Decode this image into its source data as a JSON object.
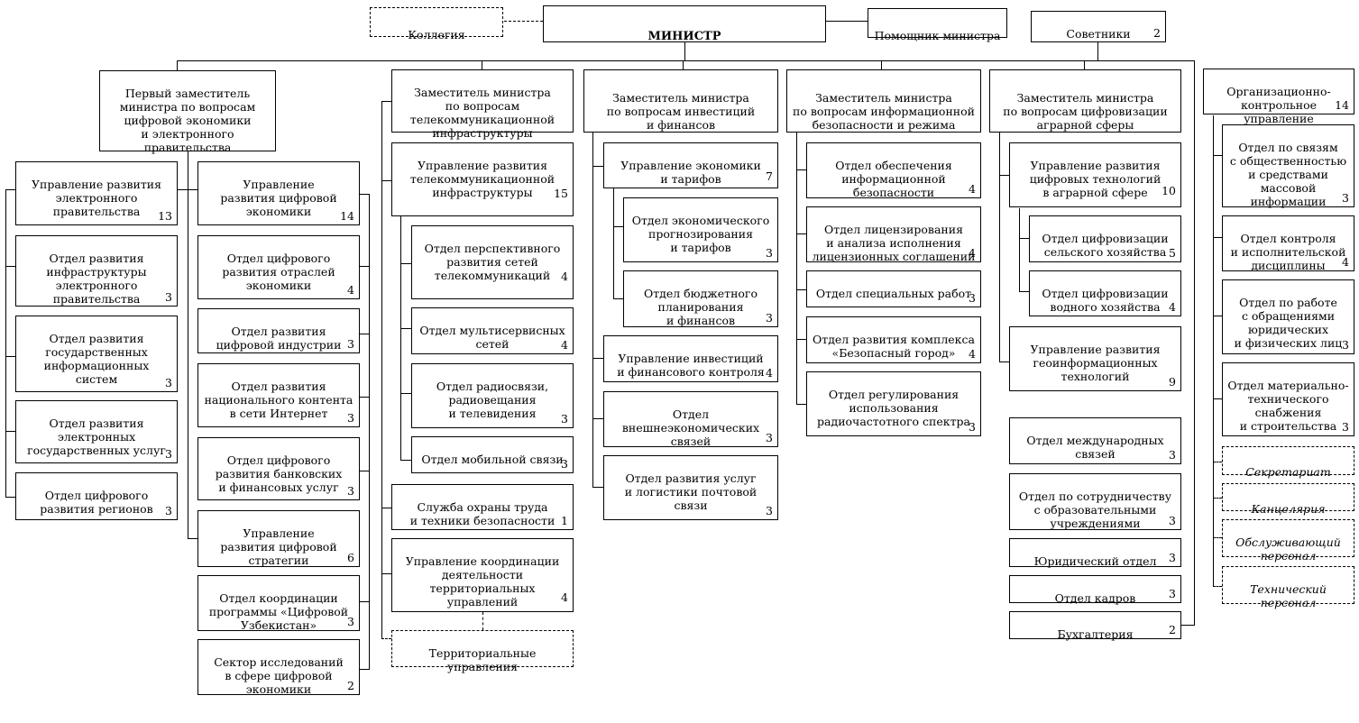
{
  "top": {
    "minister": "МИНИСТР",
    "collegium": "Коллегия",
    "assistant": "Помощник министра",
    "advisers": "Советники",
    "advisers_count": "2"
  },
  "col1": {
    "head": "Первый заместитель\nминистра по вопросам\nцифровой экономики\nи электронного\nправительства",
    "left": [
      {
        "text": "Управление развития\nэлектронного\nправительства",
        "n": "13"
      },
      {
        "text": "Отдел развития\nинфраструктуры\nэлектронного\nправительства",
        "n": "3"
      },
      {
        "text": "Отдел развития\nгосударственных\nинформационных\nсистем",
        "n": "3"
      },
      {
        "text": "Отдел развития\nэлектронных\nгосударственных услуг",
        "n": "3"
      },
      {
        "text": "Отдел цифрового\nразвития регионов",
        "n": "3"
      }
    ],
    "right": [
      {
        "text": "Управление\nразвития цифровой\nэкономики",
        "n": "14"
      },
      {
        "text": "Отдел цифрового\nразвития отраслей\nэкономики",
        "n": "4"
      },
      {
        "text": "Отдел развития\nцифровой индустрии",
        "n": "3"
      },
      {
        "text": "Отдел развития\nнационального контента\nв сети Интернет",
        "n": "3"
      },
      {
        "text": "Отдел цифрового\nразвития банковских\nи финансовых услуг",
        "n": "3"
      },
      {
        "text": "Управление\nразвития цифровой\nстратегии",
        "n": "6"
      },
      {
        "text": "Отдел координации\nпрограммы «Цифровой\nУзбекистан»",
        "n": "3"
      },
      {
        "text": "Сектор исследований\nв сфере цифровой\nэкономики",
        "n": "2"
      }
    ]
  },
  "col2": {
    "head": "Заместитель министра\nпо вопросам\nтелекоммуникационной\nинфраструктуры",
    "items": [
      {
        "text": "Управление развития\nтелекоммуникационной\nинфраструктуры",
        "n": "15"
      },
      {
        "text": "Отдел перспективного\nразвития сетей\nтелекоммуникаций",
        "n": "4"
      },
      {
        "text": "Отдел мультисервисных\nсетей",
        "n": "4"
      },
      {
        "text": "Отдел радиосвязи,\nрадиовещания\nи телевидения",
        "n": "3"
      },
      {
        "text": "Отдел мобильной связи",
        "n": "3"
      },
      {
        "text": "Служба охраны труда\nи техники безопасности",
        "n": "1"
      },
      {
        "text": "Управление координации\nдеятельности\nтерриториальных\nуправлений",
        "n": "4"
      },
      {
        "text": "Территориальные\nуправления",
        "n": ""
      }
    ]
  },
  "col3": {
    "head": "Заместитель министра\nпо вопросам инвестиций\nи финансов",
    "items": [
      {
        "text": "Управление экономики\nи тарифов",
        "n": "7"
      },
      {
        "text": "Отдел экономического\nпрогнозирования\nи тарифов",
        "n": "3"
      },
      {
        "text": "Отдел бюджетного\nпланирования\nи финансов",
        "n": "3"
      },
      {
        "text": "Управление инвестиций\nи финансового контроля",
        "n": "4"
      },
      {
        "text": "Отдел\nвнешнеэкономических\nсвязей",
        "n": "3"
      },
      {
        "text": "Отдел развития услуг\nи логистики почтовой\nсвязи",
        "n": "3"
      }
    ]
  },
  "col4": {
    "head": "Заместитель министра\nпо вопросам информационной\nбезопасности и режима",
    "items": [
      {
        "text": "Отдел обеспечения\nинформационной\nбезопасности",
        "n": "4"
      },
      {
        "text": "Отдел лицензирования\nи анализа исполнения\nлицензионных соглашений",
        "n": "4"
      },
      {
        "text": "Отдел специальных работ",
        "n": "3"
      },
      {
        "text": "Отдел развития комплекса\n«Безопасный город»",
        "n": "4"
      },
      {
        "text": "Отдел регулирования\nиспользования\nрадиочастотного спектра",
        "n": "3"
      }
    ]
  },
  "col5": {
    "head": "Заместитель министра\nпо вопросам цифровизации\nаграрной сферы",
    "items": [
      {
        "text": "Управление развития\nцифровых технологий\nв аграрной сфере",
        "n": "10"
      },
      {
        "text": "Отдел цифровизации\nсельского хозяйства",
        "n": "5"
      },
      {
        "text": "Отдел цифровизации\nводного хозяйства",
        "n": "4"
      },
      {
        "text": "Управление развития\nгеоинформационных\nтехнологий",
        "n": "9"
      }
    ],
    "direct": [
      {
        "text": "Отдел международных\nсвязей",
        "n": "3"
      },
      {
        "text": "Отдел по сотрудничеству\nс образовательными\nучреждениями",
        "n": "3"
      },
      {
        "text": "Юридический отдел",
        "n": "3"
      },
      {
        "text": "Отдел кадров",
        "n": "3"
      },
      {
        "text": "Бухгалтерия",
        "n": "2"
      }
    ]
  },
  "col6": {
    "head": "Организационно-\nконтрольное управление",
    "head_n": "14",
    "items": [
      {
        "text": "Отдел по связям\nс общественностью\nи средствами\nмассовой\nинформации",
        "n": "3"
      },
      {
        "text": "Отдел контроля\nи исполнительской\nдисциплины",
        "n": "4"
      },
      {
        "text": "Отдел по работе\nс обращениями\nюридических\nи физических лиц",
        "n": "3"
      },
      {
        "text": "Отдел материально-\nтехнического\nснабжения\nи строительства",
        "n": "3"
      }
    ],
    "dashed": [
      {
        "text": "Секретариат",
        "n": ""
      },
      {
        "text": "Канцелярия",
        "n": ""
      },
      {
        "text": "Обслуживающий\nперсонал",
        "n": ""
      },
      {
        "text": "Технический\nперсонал",
        "n": ""
      }
    ]
  }
}
